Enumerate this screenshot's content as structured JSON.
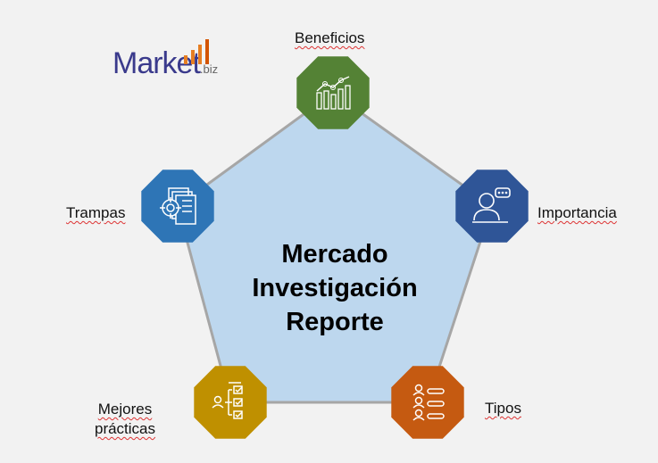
{
  "logo": {
    "name": "Market",
    "suffix": ".biz"
  },
  "center": {
    "line1": "Mercado",
    "line2": "Investigación",
    "line3": "Reporte"
  },
  "nodes": [
    {
      "label": "Beneficios",
      "icon": "chart-icon",
      "color": "#548235"
    },
    {
      "label": "Importancia",
      "icon": "person-chat-icon",
      "color": "#2f5597"
    },
    {
      "label": "Tipos",
      "icon": "people-list-icon",
      "color": "#c55a11"
    },
    {
      "label": "Mejores prácticas",
      "icon": "checklist-icon",
      "color": "#bf9000"
    },
    {
      "label": "Trampas",
      "icon": "document-target-icon",
      "color": "#2e75b6"
    }
  ]
}
